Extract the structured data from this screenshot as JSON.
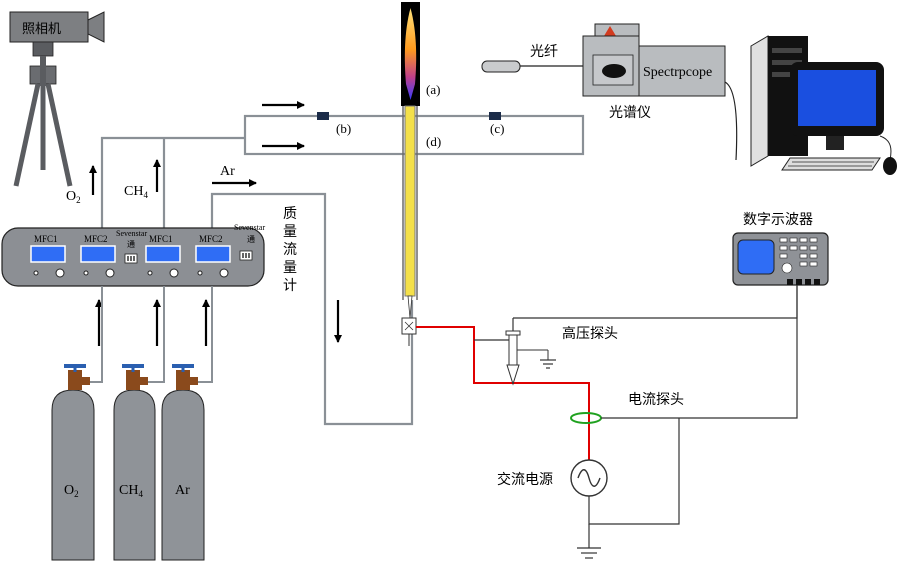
{
  "camera": {
    "label": "照相机"
  },
  "spectrometer": {
    "fiber_label": "光纤",
    "brand_label": "Spectrpcope",
    "caption": "光谱仪"
  },
  "oscilloscope": {
    "caption": "数字示波器"
  },
  "mass_flow": {
    "caption": "质量流量计",
    "caption_chars": [
      "质",
      "量",
      "流",
      "量",
      "计"
    ]
  },
  "controllers": [
    {
      "label": "MFC1"
    },
    {
      "label": "MFC2"
    },
    {
      "label": "MFC1"
    },
    {
      "label": "MFC2"
    }
  ],
  "sevenstar": {
    "brand": "Sevenstar",
    "channel": "通"
  },
  "gas_inputs": {
    "o2": "O",
    "o2_sub": "2",
    "ch4": "CH",
    "ch4_sub": "4",
    "ar": "Ar"
  },
  "cylinders": [
    {
      "gas": "O",
      "sub": "2"
    },
    {
      "gas": "CH",
      "sub": "4"
    },
    {
      "gas": "Ar",
      "sub": ""
    }
  ],
  "jet_labels": {
    "a": "(a)",
    "b": "(b)",
    "c": "(c)",
    "d": "(d)"
  },
  "probes": {
    "high_voltage": "高压探头",
    "current": "电流探头"
  },
  "power": {
    "ac_source": "交流电源"
  },
  "colors": {
    "panel_fill": "#8c8f94",
    "cylinder_fill": "#8f9398",
    "tube": "#8a9096",
    "display": "#2f6df5",
    "monitor_screen": "#1a4fe0",
    "plasma": "#f4e04a",
    "hv_wire": "#e00000",
    "current_ring": "#1fa11f",
    "valve": "#8a4a1c",
    "valve_knob": "#2a5fb0"
  }
}
